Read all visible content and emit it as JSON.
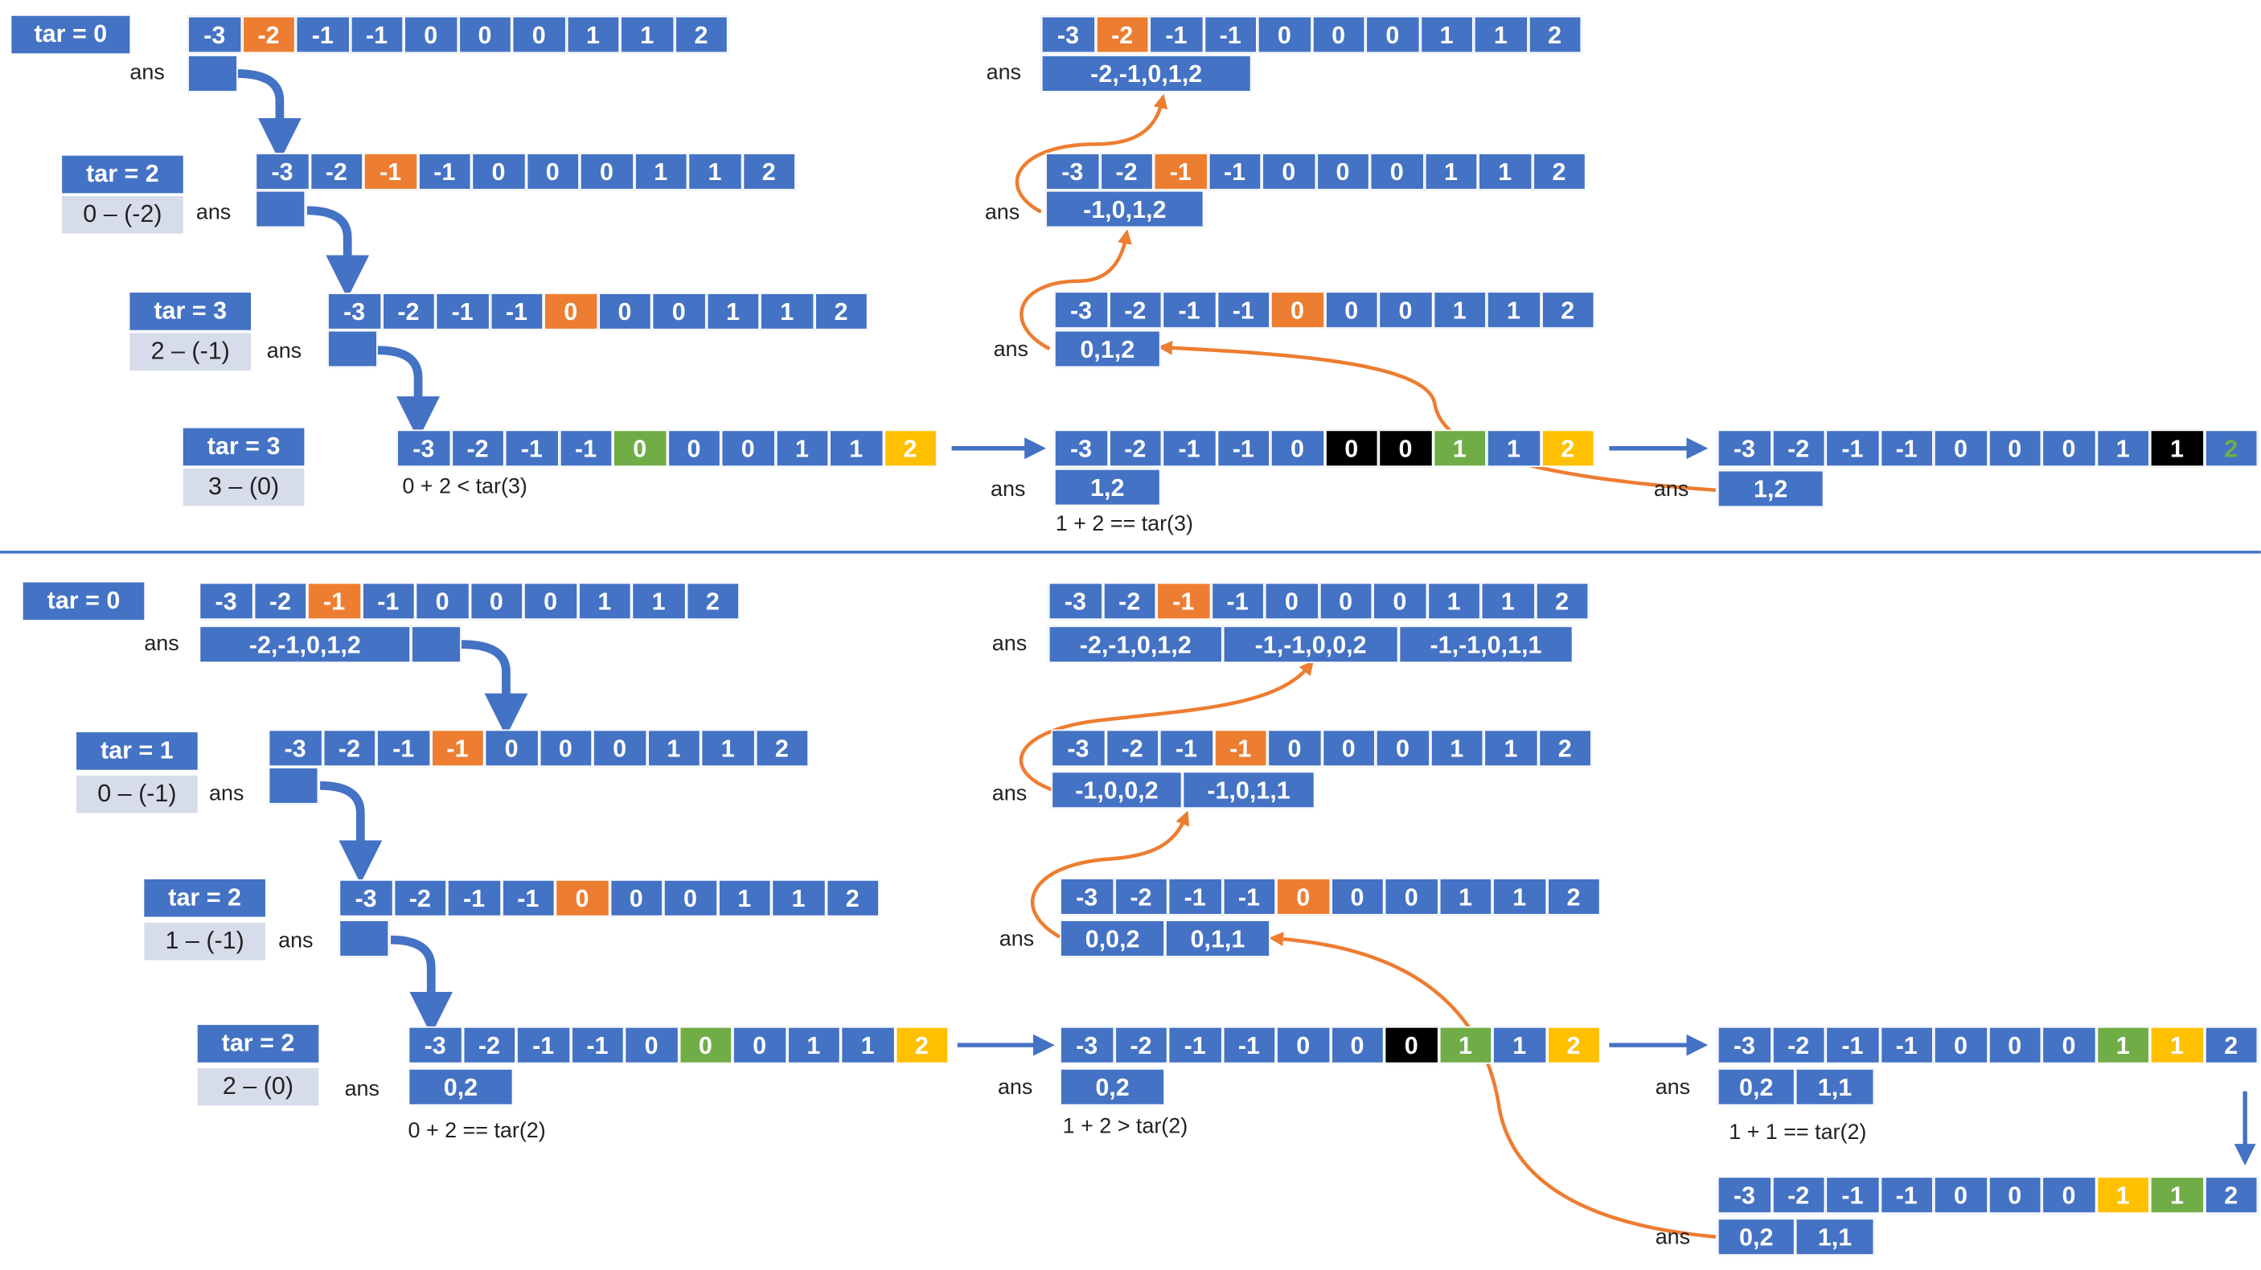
{
  "colors": {
    "blue": "#4472c4",
    "orange": "#ed7d31",
    "green": "#70ad47",
    "yellow": "#ffc000",
    "black": "#000000",
    "gray_bg": "#d6dcea"
  },
  "ans_label": "ans",
  "arrays": [
    {
      "id": "a1",
      "vals": [
        "-3",
        "-2",
        "-1",
        "-1",
        "0",
        "0",
        "0",
        "1",
        "1",
        "2"
      ],
      "hl": {
        "1": "o"
      }
    },
    {
      "id": "a2",
      "vals": [
        "-3",
        "-2",
        "-1",
        "-1",
        "0",
        "0",
        "0",
        "1",
        "1",
        "2"
      ],
      "hl": {
        "2": "o"
      }
    },
    {
      "id": "a3",
      "vals": [
        "-3",
        "-2",
        "-1",
        "-1",
        "0",
        "0",
        "0",
        "1",
        "1",
        "2"
      ],
      "hl": {
        "4": "o"
      }
    },
    {
      "id": "a4",
      "vals": [
        "-3",
        "-2",
        "-1",
        "-1",
        "0",
        "0",
        "0",
        "1",
        "1",
        "2"
      ],
      "hl": {
        "4": "g",
        "9": "y"
      }
    },
    {
      "id": "a5",
      "vals": [
        "-3",
        "-2",
        "-1",
        "-1",
        "0",
        "0",
        "0",
        "1",
        "1",
        "2"
      ],
      "hl": {
        "5": "k",
        "6": "k",
        "7": "g",
        "9": "y"
      }
    },
    {
      "id": "a6",
      "vals": [
        "-3",
        "-2",
        "-1",
        "-1",
        "0",
        "0",
        "0",
        "1",
        "1",
        "2"
      ],
      "hl": {
        "8": "k",
        "9": "gt"
      }
    },
    {
      "id": "a7",
      "vals": [
        "-3",
        "-2",
        "-1",
        "-1",
        "0",
        "0",
        "0",
        "1",
        "1",
        "2"
      ],
      "hl": {
        "1": "o"
      }
    },
    {
      "id": "a8",
      "vals": [
        "-3",
        "-2",
        "-1",
        "-1",
        "0",
        "0",
        "0",
        "1",
        "1",
        "2"
      ],
      "hl": {
        "2": "o"
      }
    },
    {
      "id": "a9",
      "vals": [
        "-3",
        "-2",
        "-1",
        "-1",
        "0",
        "0",
        "0",
        "1",
        "1",
        "2"
      ],
      "hl": {
        "4": "o"
      }
    },
    {
      "id": "b1",
      "vals": [
        "-3",
        "-2",
        "-1",
        "-1",
        "0",
        "0",
        "0",
        "1",
        "1",
        "2"
      ],
      "hl": {
        "2": "o"
      }
    },
    {
      "id": "b2",
      "vals": [
        "-3",
        "-2",
        "-1",
        "-1",
        "0",
        "0",
        "0",
        "1",
        "1",
        "2"
      ],
      "hl": {
        "3": "o"
      }
    },
    {
      "id": "b3",
      "vals": [
        "-3",
        "-2",
        "-1",
        "-1",
        "0",
        "0",
        "0",
        "1",
        "1",
        "2"
      ],
      "hl": {
        "4": "o"
      }
    },
    {
      "id": "b4",
      "vals": [
        "-3",
        "-2",
        "-1",
        "-1",
        "0",
        "0",
        "0",
        "1",
        "1",
        "2"
      ],
      "hl": {
        "5": "g",
        "9": "y"
      }
    },
    {
      "id": "b5",
      "vals": [
        "-3",
        "-2",
        "-1",
        "-1",
        "0",
        "0",
        "0",
        "1",
        "1",
        "2"
      ],
      "hl": {
        "6": "k",
        "7": "g",
        "9": "y"
      }
    },
    {
      "id": "b6",
      "vals": [
        "-3",
        "-2",
        "-1",
        "-1",
        "0",
        "0",
        "0",
        "1",
        "1",
        "2"
      ],
      "hl": {
        "7": "g",
        "8": "y"
      }
    },
    {
      "id": "b7",
      "vals": [
        "-3",
        "-2",
        "-1",
        "-1",
        "0",
        "0",
        "0",
        "1",
        "1",
        "2"
      ],
      "hl": {
        "7": "y",
        "8": "g"
      }
    },
    {
      "id": "b8",
      "vals": [
        "-3",
        "-2",
        "-1",
        "-1",
        "0",
        "0",
        "0",
        "1",
        "1",
        "2"
      ],
      "hl": {
        "2": "o"
      }
    },
    {
      "id": "b9",
      "vals": [
        "-3",
        "-2",
        "-1",
        "-1",
        "0",
        "0",
        "0",
        "1",
        "1",
        "2"
      ],
      "hl": {
        "3": "o"
      }
    },
    {
      "id": "b10",
      "vals": [
        "-3",
        "-2",
        "-1",
        "-1",
        "0",
        "0",
        "0",
        "1",
        "1",
        "2"
      ],
      "hl": {
        "4": "o"
      }
    }
  ],
  "tars": {
    "t1": "tar = 0",
    "t2": "tar = 2",
    "t3": "tar = 3",
    "t4": "tar = 3",
    "u1": "tar = 0",
    "u2": "tar = 1",
    "u3": "tar = 2",
    "u4": "tar = 2"
  },
  "subs": {
    "s2": "0 – (-2)",
    "s3": "2 – (-1)",
    "s4": "3 – (0)",
    "v2": "0 – (-1)",
    "v3": "1 – (-1)",
    "v4": "2 – (0)"
  },
  "ans_boxes": {
    "top_r1": "-2,-1,0,1,2",
    "top_r2": "-1,0,1,2",
    "top_r3": "0,1,2",
    "top_m4": "1,2",
    "top_r4": "1,2",
    "bot_r1": [
      "-2,-1,0,1,2",
      "-1,-1,0,0,2",
      "-1,-1,0,1,1"
    ],
    "bot_r2": [
      "-1,0,0,2",
      "-1,0,1,1"
    ],
    "bot_r3": [
      "0,0,2",
      "0,1,1"
    ],
    "bot_l1": "-2,-1,0,1,2",
    "bot_l4": "0,2",
    "bot_m4": "0,2",
    "bot_r4": [
      "0,2",
      "1,1"
    ],
    "bot_r5": [
      "0,2",
      "1,1"
    ]
  },
  "captions": {
    "c1": "0 + 2 < tar(3)",
    "c2": "1 + 2 == tar(3)",
    "c3": "0 + 2 == tar(2)",
    "c4": "1 + 2 > tar(2)",
    "c5": "1 + 1 == tar(2)"
  }
}
